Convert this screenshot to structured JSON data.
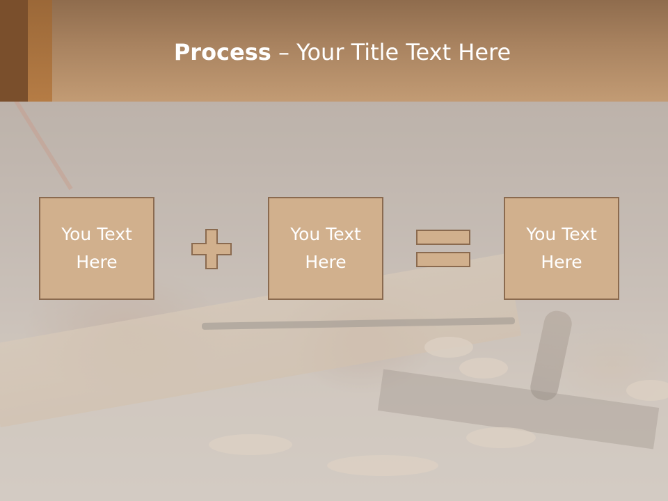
{
  "header": {
    "title_bold": "Process",
    "title_rest": " – Your Title Text Here"
  },
  "process": {
    "boxes": [
      {
        "line1": "You Text",
        "line2": "Here"
      },
      {
        "line1": "You Text",
        "line2": "Here"
      },
      {
        "line1": "You Text",
        "line2": "Here"
      }
    ],
    "operators": [
      "plus-icon",
      "equals-icon"
    ]
  },
  "colors": {
    "header": "#a98360",
    "box_fill": "#d1b08d",
    "box_border": "#8a6a4f",
    "text": "#ffffff"
  }
}
